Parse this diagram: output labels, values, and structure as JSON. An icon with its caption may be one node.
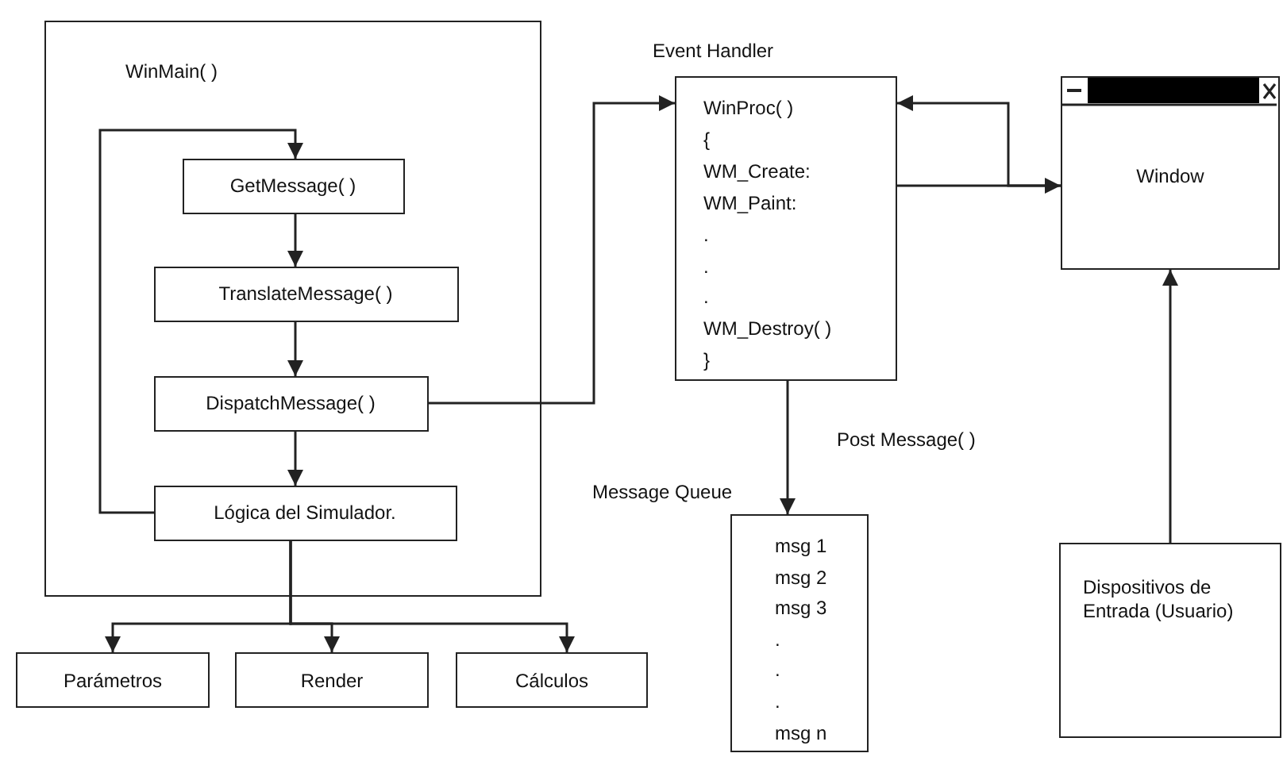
{
  "diagram": {
    "nodes": [
      {
        "text": [
          "WinMain( )"
        ]
      },
      {
        "text": [
          "GetMessage( )"
        ],
        "in": 0
      },
      {
        "text": [
          "TranslateMessage( )"
        ],
        "in": 0
      },
      {
        "text": [
          "DispatchMessage( )"
        ],
        "in": 0
      },
      {
        "text": [
          "Lógica del Simulador."
        ],
        "in": 0
      },
      {
        "text": [
          "Parámetros"
        ]
      },
      {
        "text": [
          "Render"
        ]
      },
      {
        "text": [
          "Cálculos"
        ]
      },
      {
        "text": [
          "Event Handler",
          "WinProc( )",
          "{",
          "WM_Create:",
          "WM_Paint:",
          ".",
          ".",
          ".",
          "WM_Destroy( )",
          "}"
        ]
      },
      {
        "text": [
          "Window"
        ]
      },
      {
        "text": [
          "Message Queue",
          "msg 1",
          "msg 2",
          "msg 3",
          ".",
          ".",
          ".",
          "msg n"
        ]
      },
      {
        "text": [
          "Dispositivos de Entrada (Usuario)"
        ]
      }
    ],
    "edges": [
      {
        "from": 4,
        "to": 1,
        "arrow": "to"
      },
      {
        "from": 1,
        "to": 2,
        "arrow": "to"
      },
      {
        "from": 2,
        "to": 3,
        "arrow": "to"
      },
      {
        "from": 3,
        "to": 4,
        "arrow": "to"
      },
      {
        "from": 4,
        "to": 5,
        "arrow": "to"
      },
      {
        "from": 4,
        "to": 6,
        "arrow": "to"
      },
      {
        "from": 4,
        "to": 7,
        "arrow": "to"
      },
      {
        "from": 3,
        "to": 8,
        "arrow": "to"
      },
      {
        "from": 8,
        "to": 9,
        "arrow": "to"
      },
      {
        "from": 9,
        "to": 8,
        "arrow": "to"
      },
      {
        "from": 8,
        "to": 10,
        "label": "Post Message( )",
        "arrow": "to"
      },
      {
        "from": 11,
        "to": 9,
        "arrow": "to"
      }
    ]
  }
}
